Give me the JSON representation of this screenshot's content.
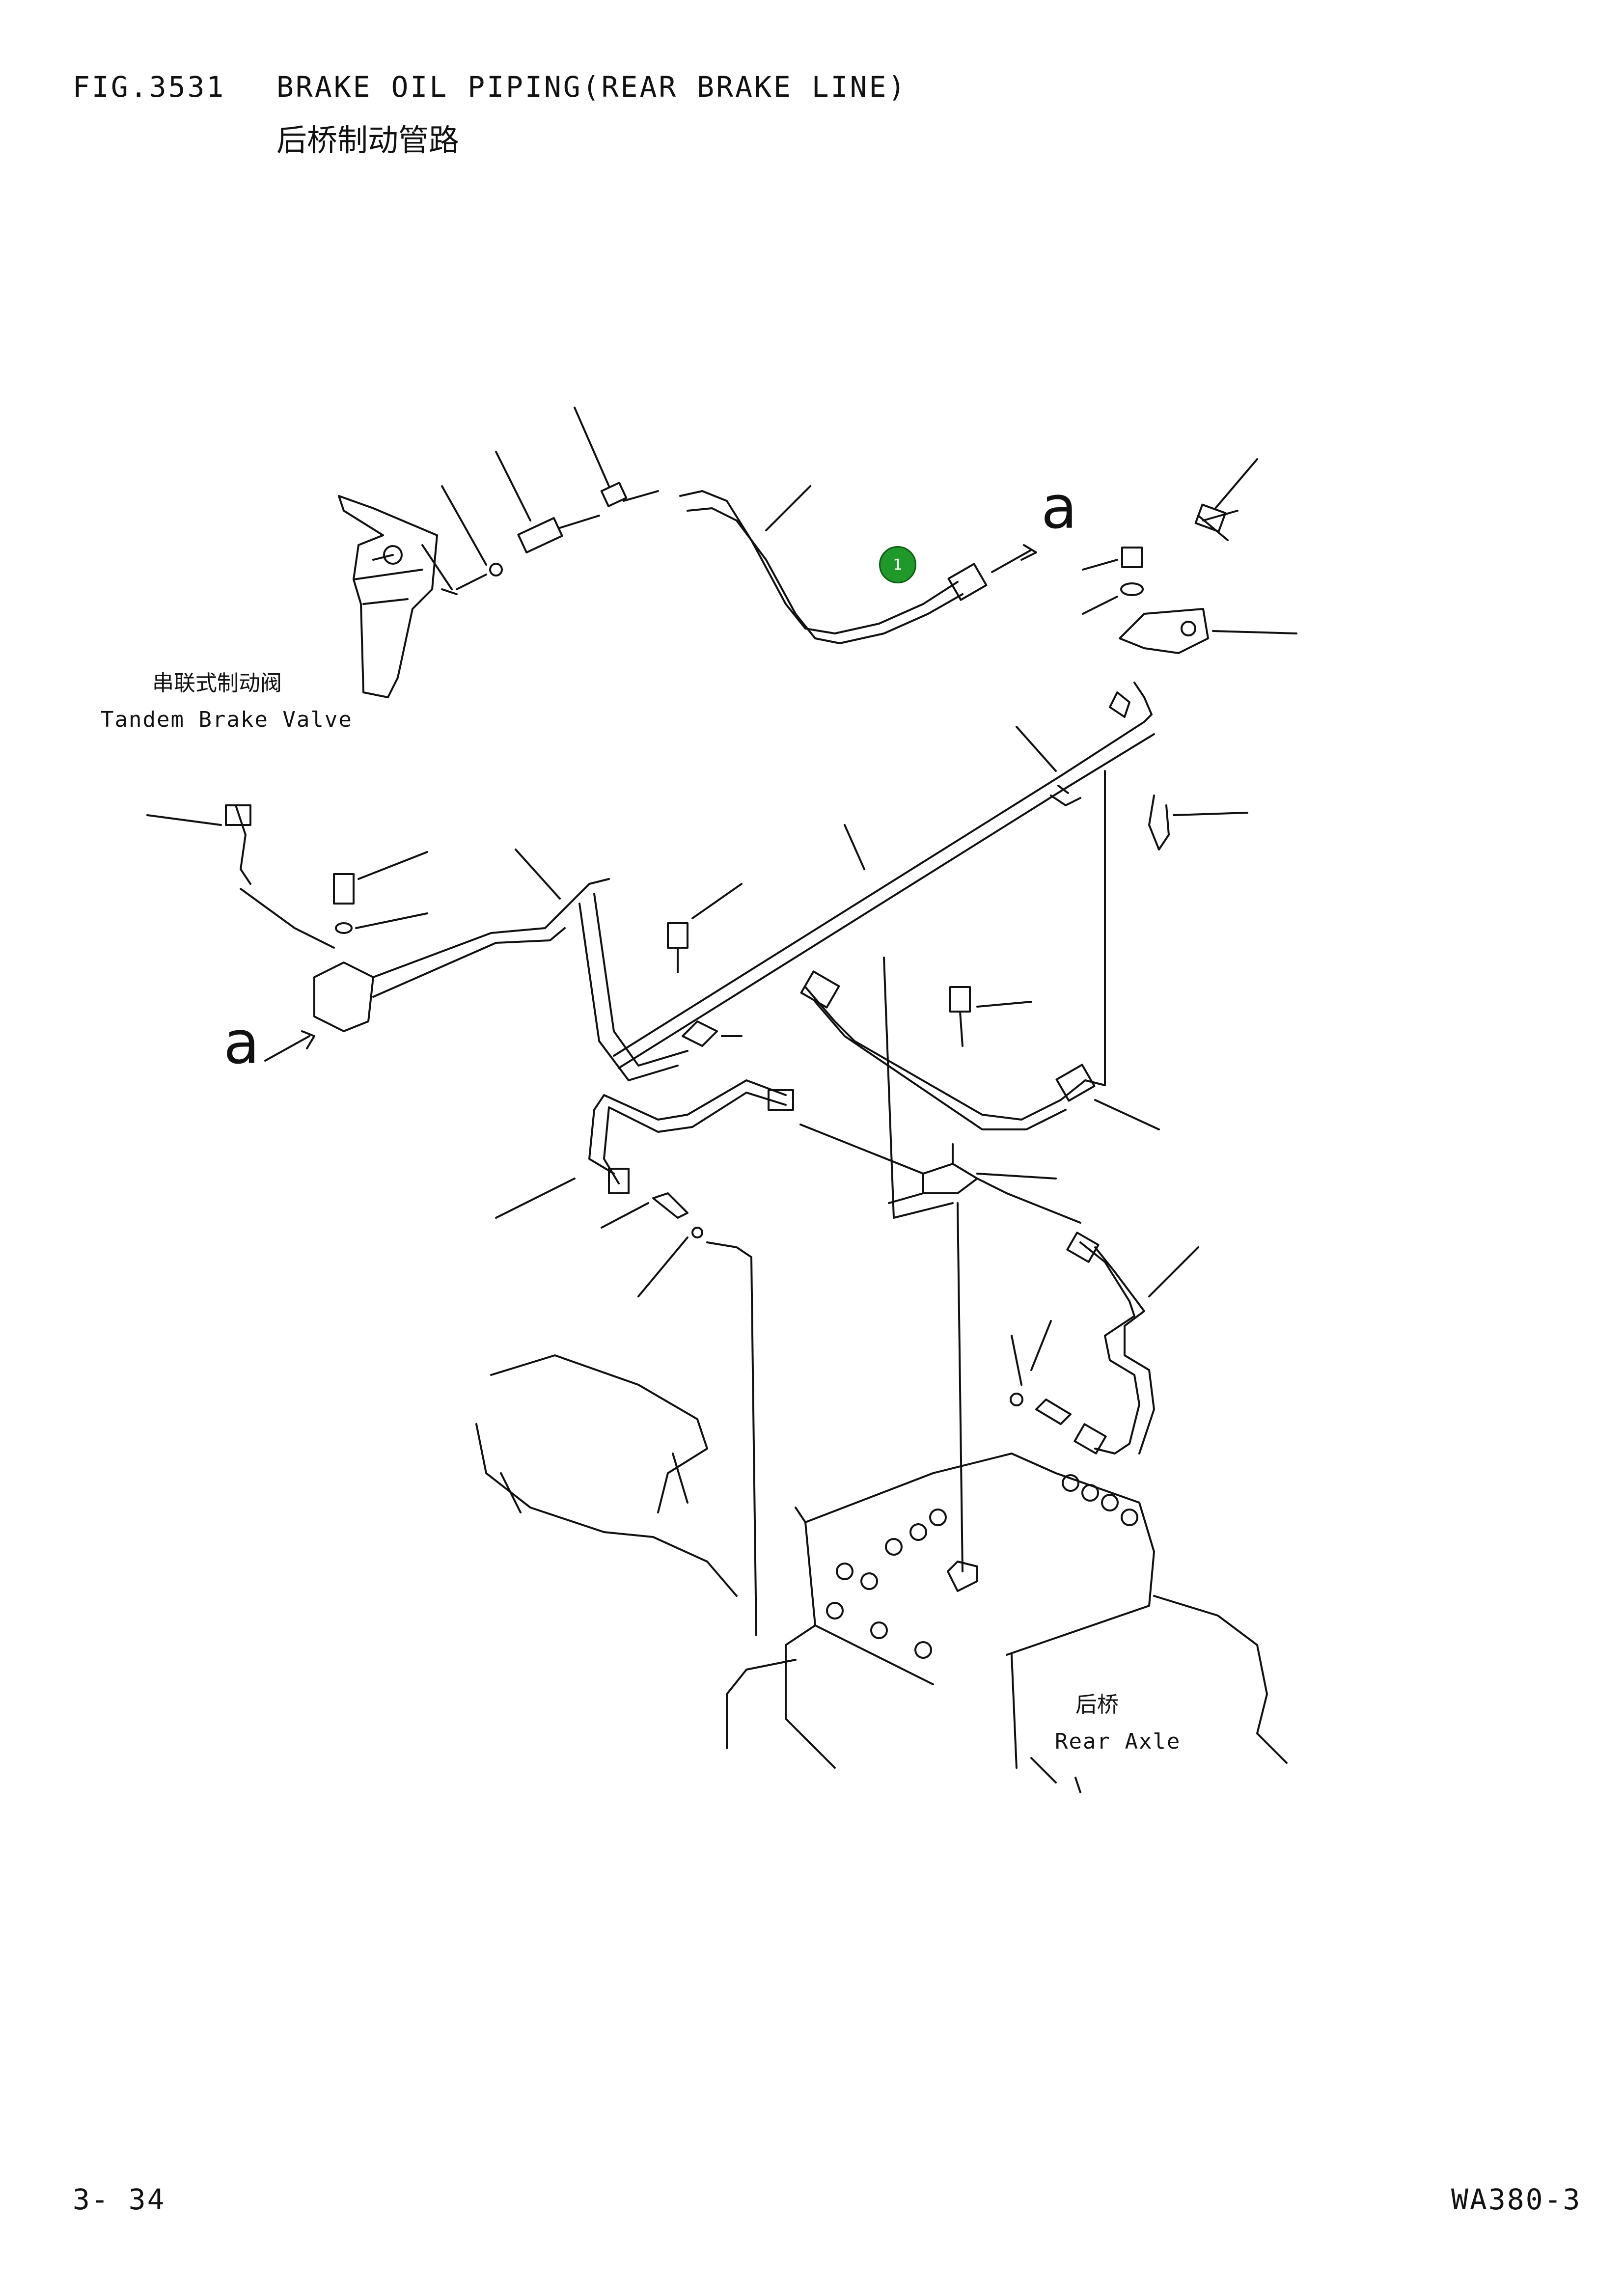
{
  "header": {
    "figure_number": "FIG.3531",
    "title": "BRAKE OIL PIPING(REAR BRAKE LINE)",
    "title_cn": "后桥制动管路"
  },
  "labels": {
    "tandem_brake_valve_cn": "串联式制动阀",
    "tandem_brake_valve_en": "Tandem Brake Valve",
    "rear_axle_cn": "后桥",
    "rear_axle_en": "Rear Axle"
  },
  "references": {
    "connection_a_top": "a",
    "connection_a_left": "a"
  },
  "callouts": [
    {
      "number": "1",
      "color": "#1f9a2a"
    }
  ],
  "footer": {
    "page": "3- 34",
    "model": "WA380-3"
  }
}
